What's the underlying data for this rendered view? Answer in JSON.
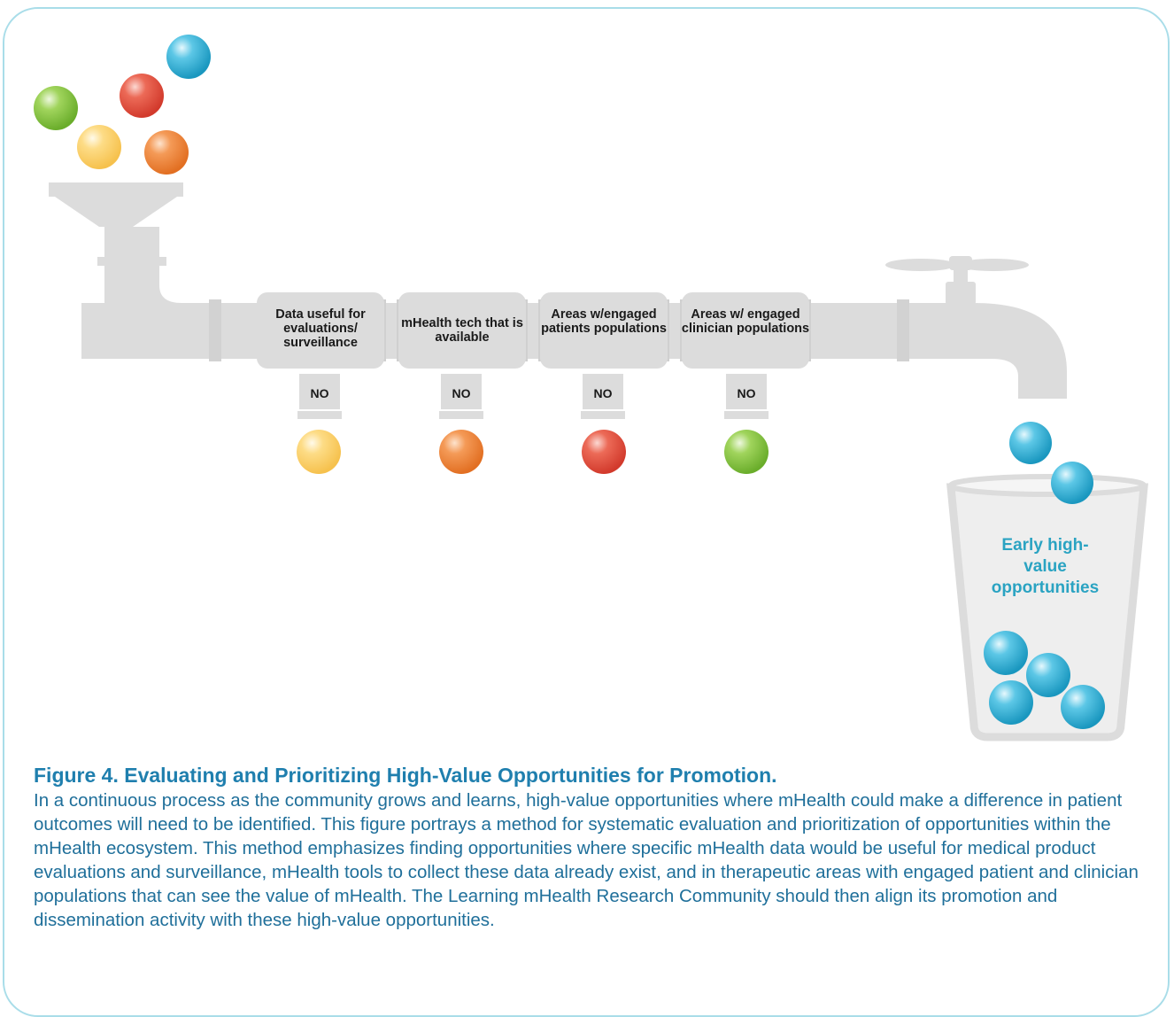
{
  "stages": [
    {
      "label": "Data useful for evaluations/ surveillance",
      "decision": "NO",
      "ball_color": "yellow"
    },
    {
      "label": "mHealth tech that is available",
      "decision": "NO",
      "ball_color": "orange"
    },
    {
      "label": "Areas w/engaged patients populations",
      "decision": "NO",
      "ball_color": "red"
    },
    {
      "label": "Areas w/ engaged clinician populations",
      "decision": "NO",
      "ball_color": "green"
    }
  ],
  "glass_label": "Early high-value opportunities",
  "caption": {
    "title": "Figure 4. Evaluating and Prioritizing High-Value Opportunities for Promotion.",
    "body": "In a continuous process as the community grows and learns, high-value opportunities where mHealth could make a difference in patient outcomes will need to be identified. This figure portrays a method for systematic evaluation and prioritization of opportunities within the mHealth ecosystem. This method emphasizes finding opportunities where specific mHealth data would be useful for medical product evaluations and surveillance, mHealth tools to collect these data already exist, and in therapeutic areas with engaged patient and clinician populations that can see the value of mHealth. The Learning mHealth Research Community should then align its promotion and dissemination activity with these high-value opportunities."
  },
  "colors": {
    "pipe": "#dcdcdc",
    "pipe_dark": "#cfcfcf",
    "frame": "#a9dde9",
    "caption": "#1f7fae",
    "glass_text": "#2aa3c2",
    "ball_blue": "#2fb0d4",
    "ball_green": "#86c540",
    "ball_yellow": "#fcd068",
    "ball_orange": "#f0843a",
    "ball_red": "#e84b3d"
  }
}
